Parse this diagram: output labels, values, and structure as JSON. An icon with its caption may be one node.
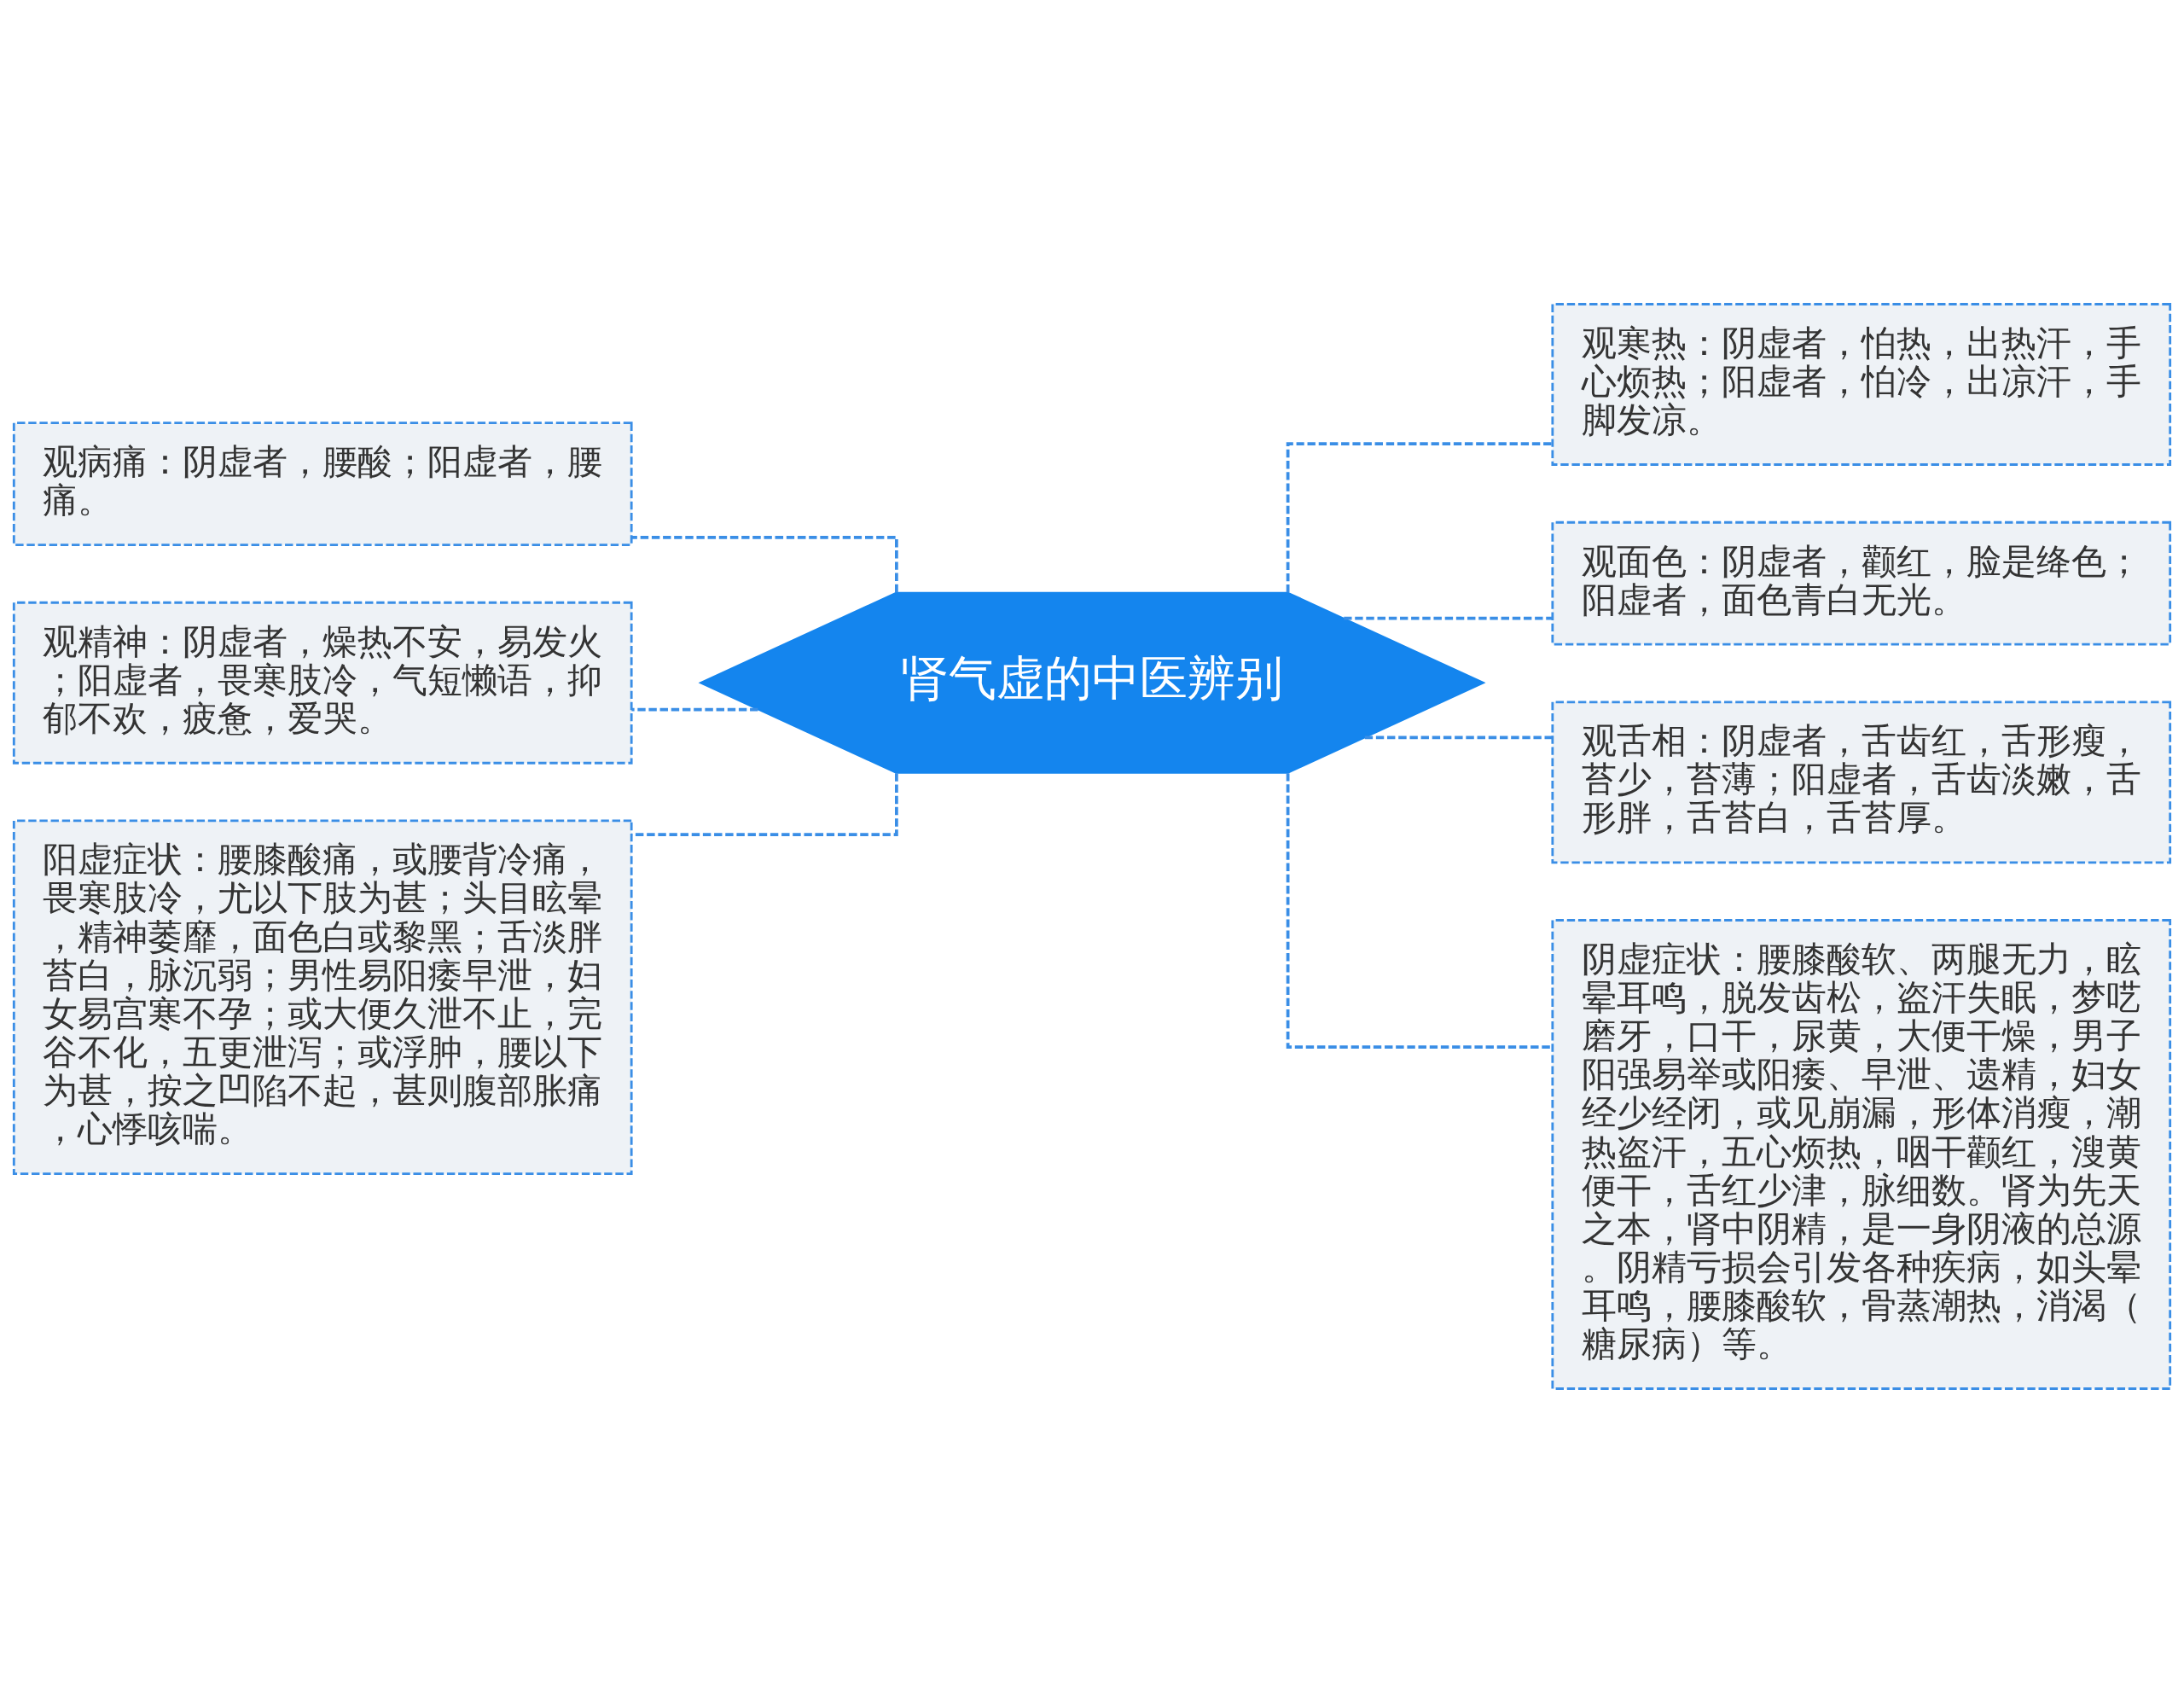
{
  "diagram": {
    "nodes": [
      {
        "text": [
          "肾气虚的中医辨别"
        ]
      },
      {
        "text": [
          "观病痛：阴虚者，腰酸；阳虚者，腰痛。"
        ]
      },
      {
        "text": [
          "观精神：阴虚者，燥热不安，易发火；阳虚者，畏寒肢冷，气短懒语，抑郁不欢，疲惫，爱哭。"
        ]
      },
      {
        "text": [
          "阳虚症状：腰膝酸痛，或腰背冷痛，畏寒肢冷，尤以下肢为甚；头目眩晕，精神萎靡，面色白或黎黑；舌淡胖苔白，脉沉弱；男性易阳痿早泄，妇女易宫寒不孕；或大便久泄不止，完谷不化，五更泄泻；或浮肿，腰以下为甚，按之凹陷不起，甚则腹部胀痛，心悸咳喘。"
        ]
      },
      {
        "text": [
          "观寒热：阴虚者，怕热，出热汗，手心烦热；阳虚者，怕冷，出凉汗，手脚发凉。"
        ]
      },
      {
        "text": [
          "观面色：阴虚者，颧红，脸是绛色；阳虚者，面色青白无光。"
        ]
      },
      {
        "text": [
          "观舌相：阴虚者，舌齿红，舌形瘦，苔少，苔薄；阳虚者，舌齿淡嫩，舌形胖，舌苔白，舌苔厚。"
        ]
      },
      {
        "text": [
          "阴虚症状：腰膝酸软、两腿无力，眩晕耳鸣，脱发齿松，盗汗失眠，梦呓磨牙，口干，尿黄，大便干燥，男子阳强易举或阳痿、早泄、遗精，妇女经少经闭，或见崩漏，形体消瘦，潮热盗汗，五心烦热，咽干颧红，溲黄便干，舌红少津，脉细数。肾为先天之本，肾中阴精，是一身阴液的总源。阴精亏损会引发各种疾病，如头晕耳鸣，腰膝酸软，骨蒸潮热，消渴（糖尿病）等。"
        ]
      }
    ],
    "edges": [
      {
        "from": 0,
        "to": 1,
        "arrow": "none",
        "style": "dashed"
      },
      {
        "from": 0,
        "to": 2,
        "arrow": "none",
        "style": "dashed"
      },
      {
        "from": 0,
        "to": 3,
        "arrow": "none",
        "style": "dashed"
      },
      {
        "from": 0,
        "to": 4,
        "arrow": "none",
        "style": "dashed"
      },
      {
        "from": 0,
        "to": 5,
        "arrow": "none",
        "style": "dashed"
      },
      {
        "from": 0,
        "to": 6,
        "arrow": "none",
        "style": "dashed"
      },
      {
        "from": 0,
        "to": 7,
        "arrow": "none",
        "style": "dashed"
      }
    ]
  }
}
